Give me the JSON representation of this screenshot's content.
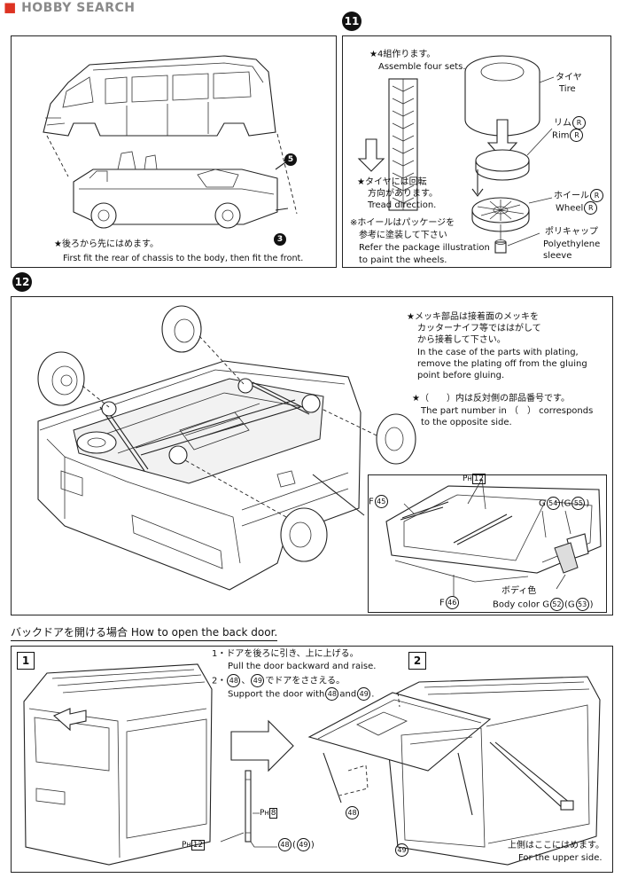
{
  "watermark": {
    "text": "HOBBY SEARCH"
  },
  "step11": {
    "number": "11",
    "assemble_jp": "★4組作ります。",
    "assemble_en": "Assemble four sets.",
    "tread_jp_1": "★タイヤには回転",
    "tread_jp_2": "方向があります。",
    "tread_en": "Tread direction.",
    "paint_jp_1": "※ホイールはパッケージを",
    "paint_jp_2": "参考に塗装して下さい",
    "paint_en_1": "Refer the package illustration",
    "paint_en_2": "to paint the wheels.",
    "tire_jp": "タイヤ",
    "tire_en": "Tire",
    "rim_jp": "リム",
    "rim_en": "Rim",
    "wheel_jp": "ホイール",
    "wheel_en": "Wheel",
    "sleeve_jp": "ポリキャップ",
    "sleeve_en_1": "Polyethylene",
    "sleeve_en_2": "sleeve",
    "r_mark": "R"
  },
  "top_left": {
    "fit_jp": "★後ろから先にはめます。",
    "fit_en": "First fit the rear of chassis to the body, then fit the front.",
    "part_5": "5",
    "part_3": "3"
  },
  "step12": {
    "number": "12",
    "plating_jp_1": "★メッキ部品は接着面のメッキを",
    "plating_jp_2": "カッターナイフ等でははがして",
    "plating_jp_3": "から接着して下さい。",
    "plating_en_1": "In the case of the parts with plating,",
    "plating_en_2": "remove the plating off from the gluing",
    "plating_en_3": "point before gluing.",
    "opposite_jp": "★（　　）内は反対側の部品番号です。",
    "opposite_en_1": "The part number in （　） corresponds",
    "opposite_en_2": "to the opposite side.",
    "inset": {
      "f45_prefix": "F",
      "f45": "45",
      "ph_prefix": "P",
      "ph_sub": "H",
      "ph12": "12",
      "g_prefix": "G",
      "g54": "54",
      "g55": "55",
      "f46_prefix": "F",
      "f46": "46",
      "body_color_jp": "ボディ色",
      "body_color_en": "Body color",
      "g52": "52",
      "g53": "53"
    }
  },
  "backdoor": {
    "header": "バックドアを開ける場合 How to open the back door.",
    "box1": "1",
    "box2": "2",
    "inst1_jp": "1・ドアを後ろに引き、上に上げる。",
    "inst1_en": "Pull the door backward and raise.",
    "inst2_jp_pre": "2・",
    "inst2_jp_post": "でドアをささえる。",
    "inst2_en_pre": "Support the door with",
    "inst2_en_and": "and",
    "p48": "48",
    "p49": "49",
    "ph8": "8",
    "ph12": "12",
    "upper_jp": "上側はここにはめます。",
    "upper_en": "For the upper side."
  }
}
